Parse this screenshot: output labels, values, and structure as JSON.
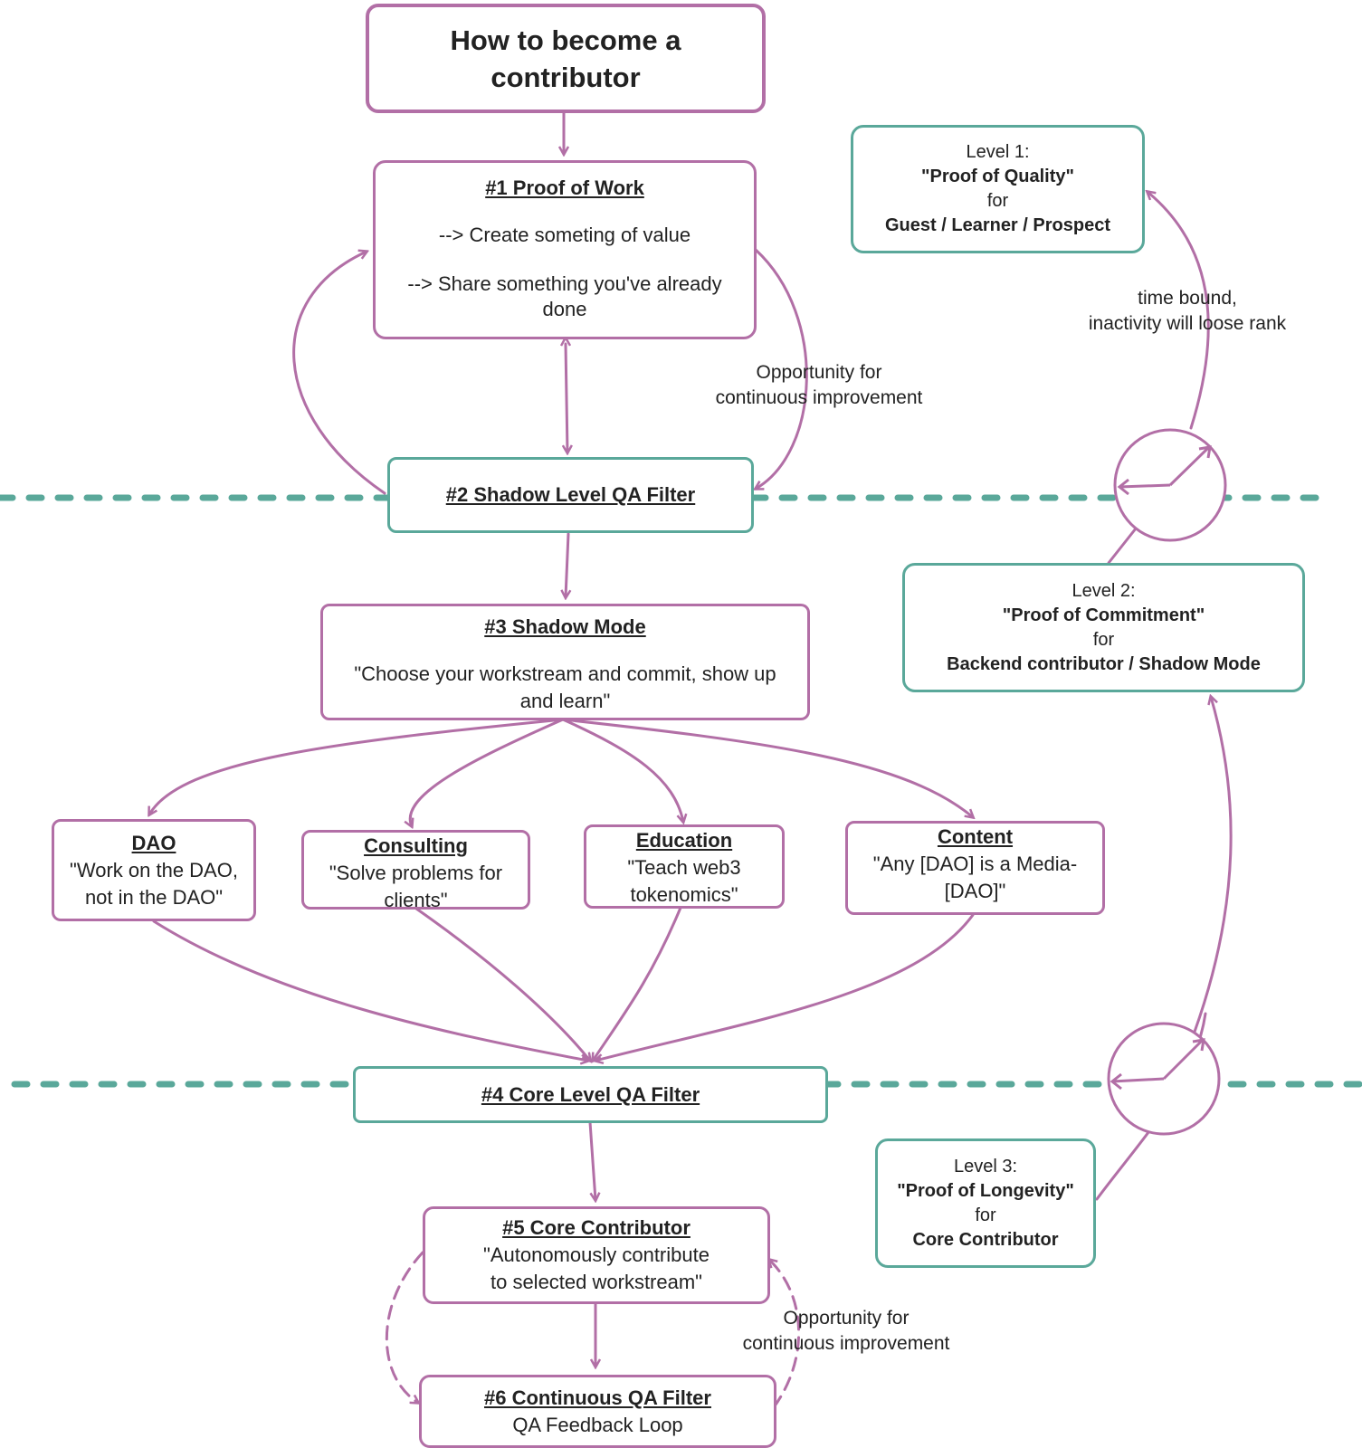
{
  "header": {
    "line1": "How to become a",
    "line2": "contributor"
  },
  "step1": {
    "title": "#1 Proof of Work",
    "line1": "--> Create someting of value",
    "line2": "--> Share something you've already",
    "line3": "done"
  },
  "step2": {
    "title": "#2 Shadow Level QA Filter"
  },
  "step3": {
    "title": "#3 Shadow Mode",
    "line1": "\"Choose your workstream and commit, show up",
    "line2": "and learn\""
  },
  "workstreams": {
    "dao": {
      "title": "DAO",
      "line1": "\"Work on the DAO,",
      "line2": "not in the DAO\""
    },
    "consulting": {
      "title": "Consulting",
      "line1": "\"Solve problems for",
      "line2": "clients\""
    },
    "education": {
      "title": "Education",
      "line1": "\"Teach web3",
      "line2": "tokenomics\""
    },
    "content": {
      "title": "Content",
      "line1": "\"Any [DAO] is a Media-",
      "line2": "[DAO]\""
    }
  },
  "step4": {
    "title": "#4 Core Level QA Filter"
  },
  "step5": {
    "title": "#5 Core Contributor",
    "line1": "\"Autonomously contribute",
    "line2": "to selected workstream\""
  },
  "step6": {
    "title": "#6 Continuous QA Filter",
    "line1": "QA Feedback Loop"
  },
  "levels": {
    "level1": {
      "line1": "Level 1:",
      "line2": "\"Proof of Quality\"",
      "line3": "for",
      "line4": "Guest / Learner / Prospect"
    },
    "level2": {
      "line1": "Level 2:",
      "line2": "\"Proof of Commitment\"",
      "line3": "for",
      "line4": "Backend contributor / Shadow Mode"
    },
    "level3": {
      "line1": "Level 3:",
      "line2": "\"Proof of Longevity\"",
      "line3": "for",
      "line4": "Core Contributor"
    }
  },
  "labels": {
    "opportunity_top": {
      "line1": "Opportunity for",
      "line2": "continuous improvement"
    },
    "opportunity_bottom": {
      "line1": "Opportunity for",
      "line2": "continuous improvement"
    },
    "time_bound": {
      "line1": "time bound,",
      "line2": "inactivity will loose rank"
    }
  },
  "colors": {
    "purple": "#b26fa6",
    "teal": "#5aa89a"
  },
  "icons": {
    "clock_top": "clock-icon",
    "clock_bottom": "clock-icon"
  }
}
